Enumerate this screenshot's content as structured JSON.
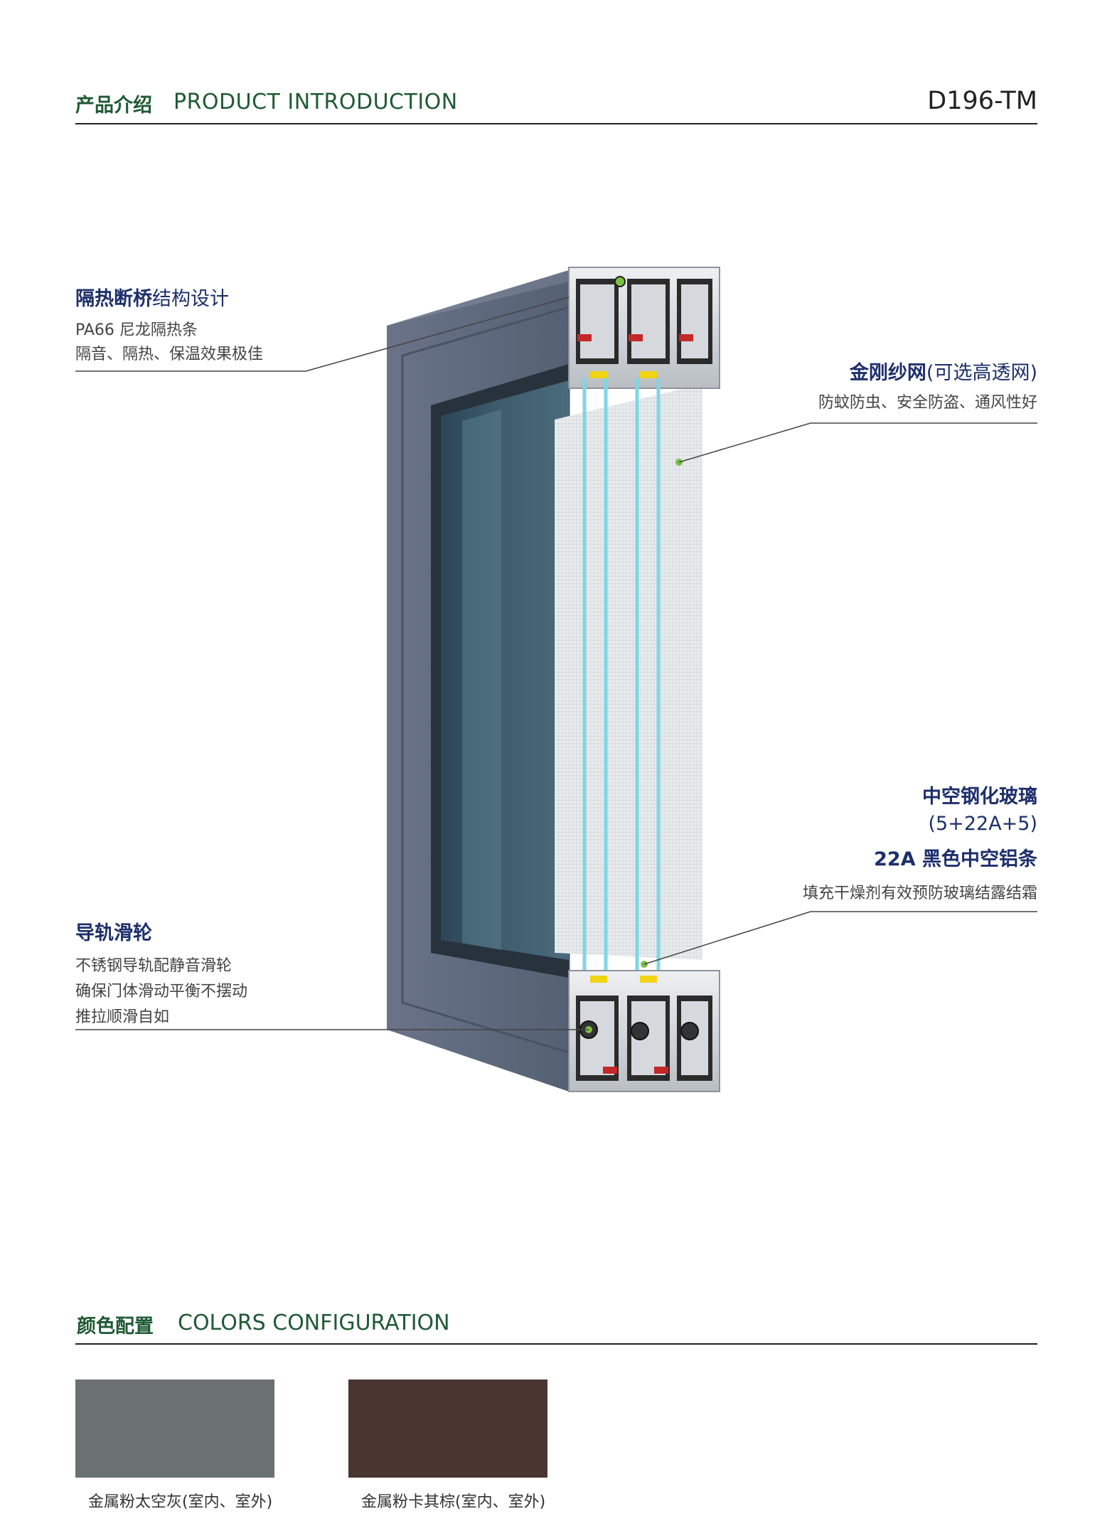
{
  "header": {
    "title_cn": "产品介绍",
    "title_en": "PRODUCT INTRODUCTION",
    "model": "D196-TM"
  },
  "callouts": {
    "thermal": {
      "title_bold": "隔热断桥",
      "title_light": "结构设计",
      "lines": [
        "PA66 尼龙隔热条",
        "隔音、隔热、保温效果极佳"
      ]
    },
    "mesh": {
      "title_bold": "金刚纱网",
      "title_light": "(可选高透网)",
      "lines": [
        "防蚊防虫、安全防盗、通风性好"
      ]
    },
    "glass": {
      "title": "中空钢化玻璃",
      "spec": "(5+22A+5)",
      "title2": "22A 黑色中空铝条",
      "lines": [
        "填充干燥剂有效预防玻璃结露结霜"
      ]
    },
    "rail": {
      "title": "导轨滑轮",
      "lines": [
        "不锈钢导轨配静音滑轮",
        "确保门体滑动平衡不摆动",
        "推拉顺滑自如"
      ]
    }
  },
  "colors": {
    "title_cn": "颜色配置",
    "title_en": "COLORS CONFIGURATION",
    "swatches": [
      {
        "label": "金属粉太空灰(室内、室外)",
        "color": "#6b7071"
      },
      {
        "label": "金属粉卡其棕(室内、室外)",
        "color": "#4a3631"
      }
    ]
  }
}
